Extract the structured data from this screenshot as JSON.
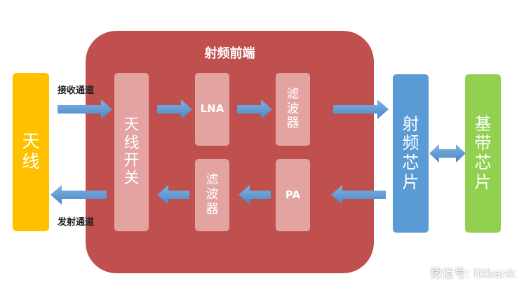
{
  "title": "射频前端",
  "blocks": {
    "antenna": "天线",
    "antenna_switch": "天线开关",
    "lna": "LNA",
    "rx_filter": "滤波器",
    "tx_filter": "滤波器",
    "pa": "PA",
    "rf_chip": "射频芯片",
    "baseband_chip": "基带芯片"
  },
  "labels": {
    "rx_path": "接收通道",
    "tx_path": "发射通道"
  },
  "watermark": {
    "text": "微信号: ittbank",
    "icon": "wechat-icon"
  },
  "colors": {
    "rf_frontend_bg": "#c0504d",
    "inner_box": "#e3a3a0",
    "antenna": "#ffc000",
    "rf_chip": "#5b9bd5",
    "baseband": "#92d050",
    "arrow": "#5b9bd5"
  }
}
